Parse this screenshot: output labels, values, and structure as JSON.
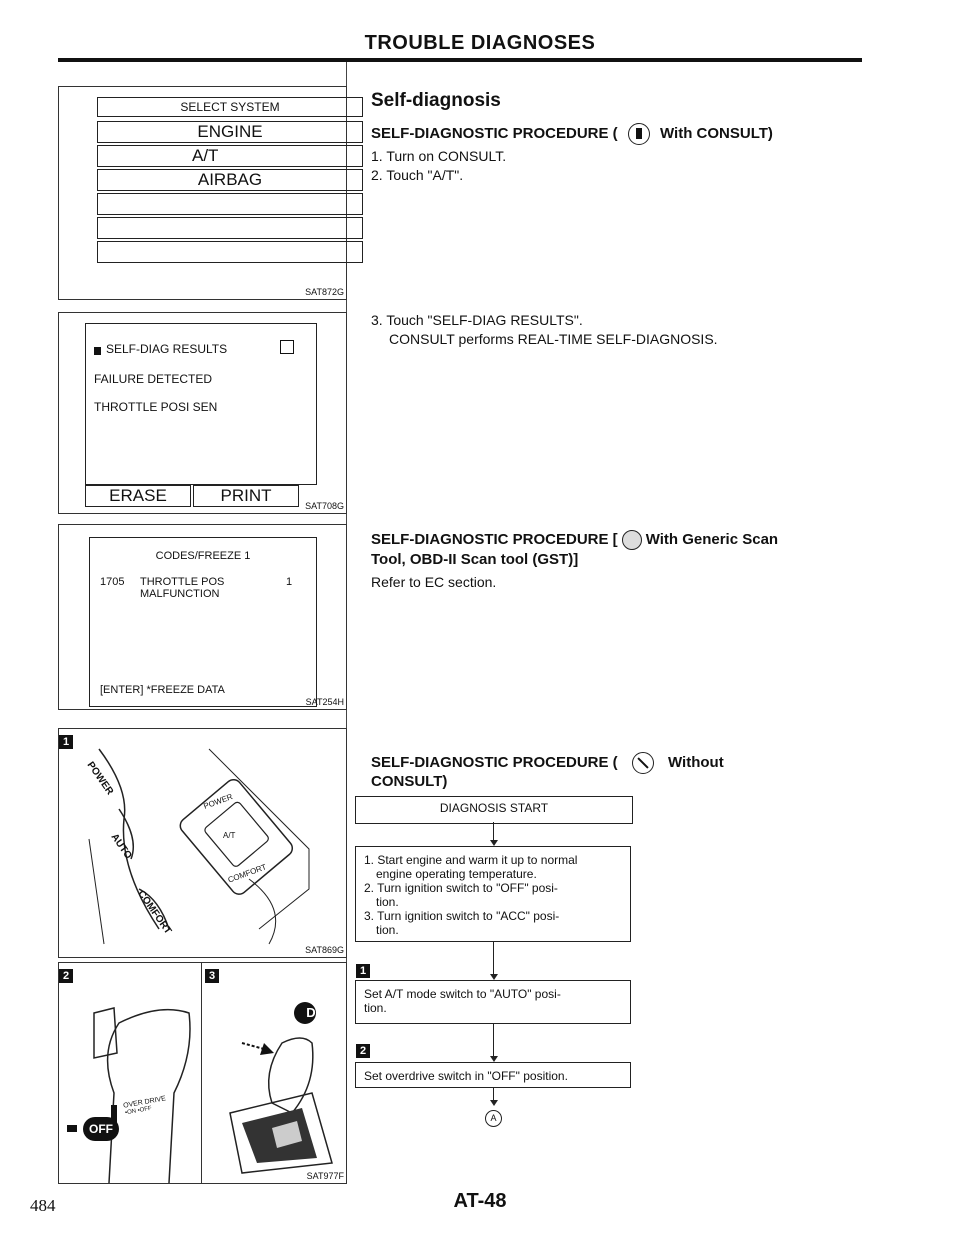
{
  "header": {
    "title": "TROUBLE DIAGNOSES"
  },
  "fig1": {
    "select_system": "SELECT SYSTEM",
    "items": [
      "ENGINE",
      "A/T",
      "AIRBAG"
    ],
    "code": "SAT872G"
  },
  "fig2": {
    "title": "SELF-DIAG RESULTS",
    "line1": "FAILURE DETECTED",
    "line2": "THROTTLE POSI SEN",
    "erase": "ERASE",
    "print": "PRINT",
    "code": "SAT708G"
  },
  "fig3": {
    "title": "CODES/FREEZE  1",
    "code_num": "1705",
    "item": "THROTTLE POS",
    "item2": "MALFUNCTION",
    "count": "1",
    "footer": "[ENTER]  *FREEZE  DATA",
    "code": "SAT254H"
  },
  "fig4": {
    "label_num": "1",
    "power": "POWER",
    "auto": "AUTO",
    "comfort": "COMFORT",
    "sw_power": "POWER",
    "sw_at": "A/T",
    "sw_comfort": "COMFORT",
    "code": "SAT869G"
  },
  "fig5": {
    "label_num2": "2",
    "label_num3": "3",
    "overdrive": "OVER DRIVE",
    "overdrive2": "•ON •OFF",
    "off": "OFF",
    "gear": "D",
    "code": "SAT977F"
  },
  "right": {
    "section_title": "Self-diagnosis",
    "proc1_title_a": "SELF-DIAGNOSTIC PROCEDURE (",
    "proc1_title_b": "With CONSULT)",
    "proc1_step1": "1.  Turn on CONSULT.",
    "proc1_step2": "2.  Touch \"A/T\".",
    "proc1_step3a": "3.  Touch \"SELF-DIAG RESULTS\".",
    "proc1_step3b": "CONSULT performs REAL-TIME SELF-DIAGNOSIS.",
    "proc2_title_a": "SELF-DIAGNOSTIC PROCEDURE [",
    "proc2_title_b": "With Generic Scan",
    "proc2_title_c": "Tool, OBD-II Scan tool (GST)]",
    "proc2_body": "Refer to EC section.",
    "proc3_title_a": "SELF-DIAGNOSTIC PROCEDURE (",
    "proc3_title_b": "Without",
    "proc3_title_c": "CONSULT)",
    "flow_start": "DIAGNOSIS START",
    "flow_step_a1": "1. Start engine and warm it up to normal",
    "flow_step_a2": "engine operating temperature.",
    "flow_step_a3": "2. Turn ignition switch to \"OFF\" posi-",
    "flow_step_a4": "tion.",
    "flow_step_a5": "3. Turn ignition switch to \"ACC\" posi-",
    "flow_step_a6": "tion.",
    "flow_num1": "1",
    "flow_step_b1": "Set A/T mode switch to \"AUTO\" posi-",
    "flow_step_b2": "tion.",
    "flow_num2": "2",
    "flow_step_c": "Set overdrive switch in \"OFF\" position.",
    "flow_end": "A"
  },
  "footer": {
    "page_left": "484",
    "page_center": "AT-48"
  }
}
